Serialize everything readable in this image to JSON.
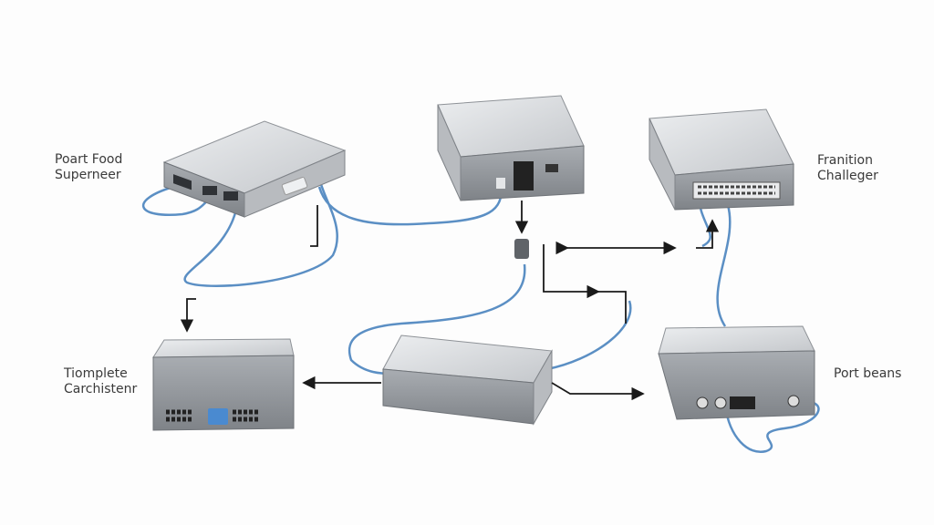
{
  "labels": {
    "top_left": [
      "Poart Food",
      "Superneer"
    ],
    "top_right": [
      "Franition",
      "Challeger"
    ],
    "bottom_left": [
      "Tiomplete",
      "Carchistenr"
    ],
    "bottom_right": [
      "Port beans"
    ]
  },
  "colors": {
    "cable": "#5b8fc4",
    "device_top": "#d9dbde",
    "device_front": "#9ea2a7",
    "device_side": "#b8bbbf",
    "arrow": "#1a1a1a"
  }
}
